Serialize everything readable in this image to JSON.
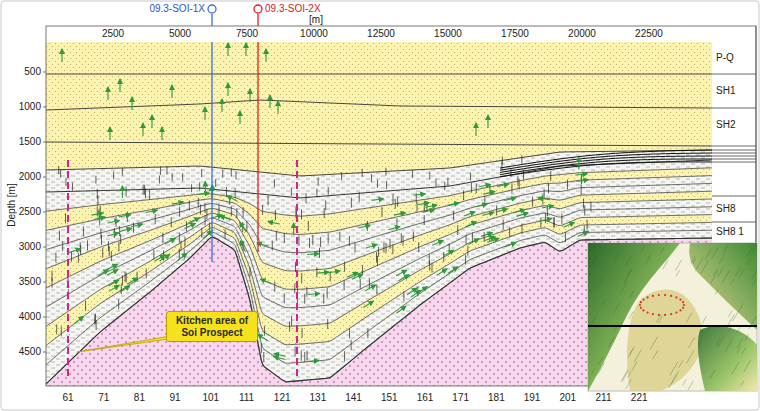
{
  "diagram": {
    "nodes": [
      {
        "text": [
          "Kitchen area of Soi Prospect"
        ]
      }
    ],
    "labels": [
      "2500",
      "5000",
      "7500",
      "10000",
      "12500",
      "15000",
      "17500",
      "20000",
      "22500",
      "[m]",
      "09.3-SOI-1X",
      "09.3-SOI-2X",
      "Depth [m]",
      "500",
      "1000",
      "1500",
      "2000",
      "2500",
      "3000",
      "3500",
      "4000",
      "4500",
      "P-Q",
      "SH1",
      "SH2",
      "SH8",
      "SH8 1",
      "61",
      "71",
      "81",
      "91",
      "101",
      "111",
      "121",
      "131",
      "141",
      "151",
      "161",
      "171",
      "181",
      "191",
      "201",
      "211",
      "221"
    ]
  }
}
